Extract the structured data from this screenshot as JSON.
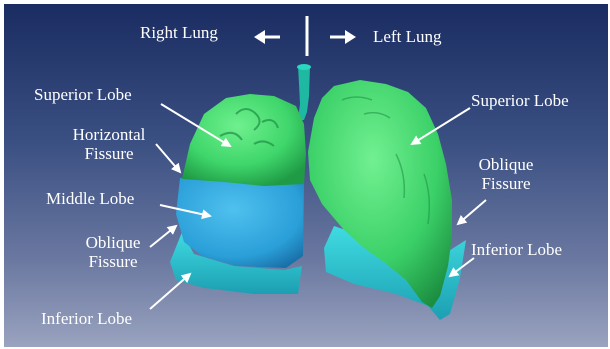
{
  "header": {
    "right_lung": "Right Lung",
    "left_lung": "Left Lung"
  },
  "labels": {
    "superior_lobe_right": "Superior Lobe",
    "horizontal_fissure_line1": "Horizontal",
    "horizontal_fissure_line2": "Fissure",
    "middle_lobe": "Middle Lobe",
    "oblique_fissure_right_line1": "Oblique",
    "oblique_fissure_right_line2": "Fissure",
    "inferior_lobe_right": "Inferior Lobe",
    "superior_lobe_left": "Superior Lobe",
    "oblique_fissure_left_line1": "Oblique",
    "oblique_fissure_left_line2": "Fissure",
    "inferior_lobe_left": "Inferior Lobe"
  },
  "colors": {
    "background_top": "#1a2c61",
    "background_bottom": "#9aa3bf",
    "superior_lobe": "#3fd66b",
    "middle_lobe": "#2a9fd8",
    "inferior_lobe": "#27c4d0",
    "trachea": "#1fb8a2",
    "text": "#ffffff"
  }
}
